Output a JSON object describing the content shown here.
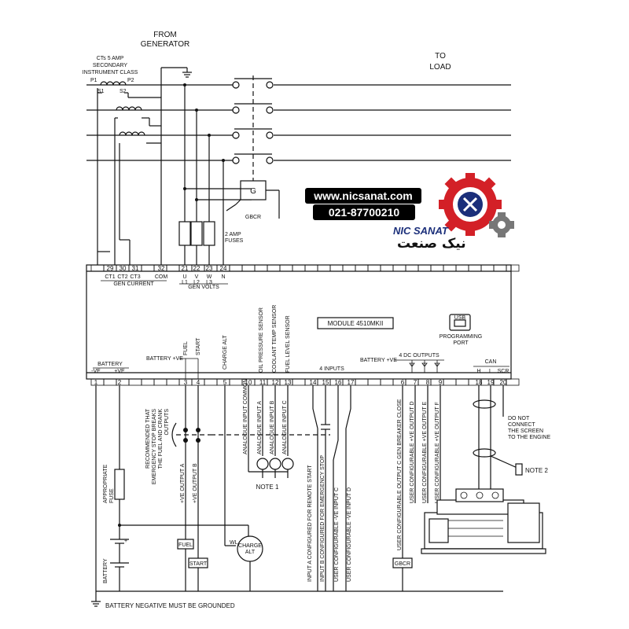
{
  "labels": {
    "from_generator": "FROM\nGENERATOR",
    "to_load": "TO\nLOAD",
    "ct_note_1": "CTs 5 AMP",
    "ct_note_2": "SECONDARY",
    "ct_note_3": "INSTRUMENT CLASS",
    "p1": "P1",
    "p2": "P2",
    "s1": "S1",
    "s2": "S2",
    "g": "G",
    "gbcr": "GBCR",
    "fuses": "2 AMP\nFUSES",
    "module": "MODULE 4510MKII",
    "usb": "USB",
    "programming_port": "PROGRAMMING\nPORT",
    "gen_current": "GEN CURRENT",
    "gen_volts": "GEN VOLTS",
    "battery": "BATTERY",
    "battery_plus_ve_1": "BATTERY +VE",
    "battery_plus_ve_2": "BATTERY +VE",
    "fuel": "FUEL",
    "start": "START",
    "charge_alt": "CHARGE ALT",
    "oil_pressure": "OIL PRESSURE SENSOR",
    "coolant_temp": "COOLANT TEMP SENSOR",
    "fuel_level": "FUEL LEVEL SENSOR",
    "four_inputs": "4 INPUTS",
    "four_dc_outputs": "4 DC OUTPUTS",
    "can": "CAN",
    "minus_ve": "-VE",
    "plus_ve": "+VE",
    "h": "H",
    "l": "L",
    "scr": "SCR",
    "recommend": "RECOMMENDED THAT\nEMERGENCY STOP BREAKS\nTHE FUEL AND CRANK\nOUTPUTS",
    "plus_ve_output_a": "+VE OUTPUT A",
    "plus_ve_output_b": "+VE OUTPUT B",
    "analogue_common": "ANALOGUE INPUT COMMON",
    "analogue_a": "ANALOGUE INPUT A",
    "analogue_b": "ANALOGUE INPUT B",
    "analogue_c": "ANALOGUE INPUT C",
    "note1": "NOTE 1",
    "input_a": "INPUT A CONFIGURED FOR REMOTE START",
    "input_b": "INPUT B CONFIGURED FOR EMERGENCY STOP",
    "input_c": "USER CONFIGURABLE -VE INPUT C",
    "input_d": "USER CONFIGURABLE -VE INPUT D",
    "out_c": "USER CONFIGURABLE OUTPUT C GEN BREAKER CLOSE",
    "out_d": "USER CONFIGURABLE +VE OUTPUT D",
    "out_e": "USER CONFIGURABLE +VE OUTPUT E",
    "out_f": "USER CONFIGURABLE +VE OUTPUT F",
    "no_connect": "DO NOT\nCONNECT\nTHE SCREEN\nTO THE ENGINE",
    "note2": "NOTE 2",
    "appropriate_fuse": "APPROPRIATE\nFUSE",
    "battery_v": "BATTERY",
    "fuel_box": "FUEL",
    "start_box": "START",
    "wl": "WL",
    "charge_alt_circle": "CHARGE\nALT",
    "gbcr_box": "GBCR",
    "ground_note": "BATTERY NEGATIVE MUST BE GROUNDED"
  },
  "top_terminals": {
    "numbers": [
      "29",
      "30",
      "31",
      "32",
      "21",
      "22",
      "23",
      "24"
    ],
    "sub": [
      "CT1",
      "CT2",
      "CT3",
      "COM",
      "U\nL1",
      "V\nL2",
      "W\nL3",
      "N"
    ]
  },
  "bottom_terminals": {
    "numbers": [
      "1",
      "2",
      "3",
      "4",
      "5",
      "10",
      "11",
      "12",
      "13",
      "14",
      "15",
      "16",
      "17",
      "6",
      "7",
      "8",
      "9",
      "18",
      "19",
      "20"
    ]
  },
  "watermark": {
    "url": "www.nicsanat.com",
    "phone": "021-87700210",
    "brand": "NIC SANAT",
    "brand_fa": "نیک صنعت"
  },
  "colors": {
    "line": "#111111",
    "brand_red": "#d32027",
    "brand_blue": "#1b2f7a",
    "brand_gray": "#777777"
  }
}
